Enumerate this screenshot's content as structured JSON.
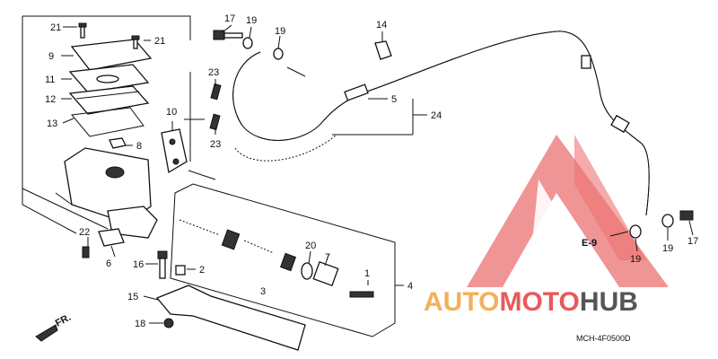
{
  "diagram": {
    "code": "MCH-4F0500D",
    "ref_code": "E-9",
    "direction_label": "FR.",
    "callouts": [
      "21",
      "21",
      "9",
      "11",
      "12",
      "13",
      "8",
      "10",
      "22",
      "6",
      "23",
      "23",
      "17",
      "19",
      "19",
      "14",
      "5",
      "24",
      "3",
      "16",
      "2",
      "15",
      "18",
      "20",
      "7",
      "1",
      "4",
      "19",
      "17"
    ]
  },
  "watermark": {
    "brand_part1": "AUTO",
    "brand_part2": "MOTO",
    "brand_part3": "HUB",
    "color_red": "#e85a5a",
    "color_orange": "#f2b05a",
    "color_gray": "#555555"
  }
}
